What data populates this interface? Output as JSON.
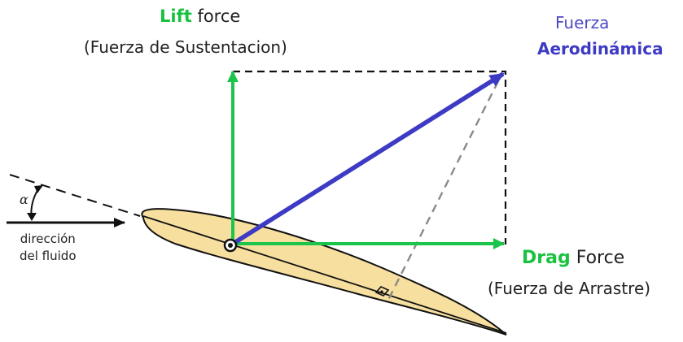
{
  "lift": {
    "keyword": "Lift",
    "rest": " force",
    "translation": "(Fuerza de Sustentacion)"
  },
  "aerodynamic": {
    "line1": "Fuerza",
    "line2": "Aerodinámica"
  },
  "drag": {
    "keyword": "Drag",
    "rest": " Force",
    "translation": "(Fuerza de Arrastre)"
  },
  "flow": {
    "line1": "dirección",
    "line2": "del fluido"
  },
  "angle_symbol": "α",
  "colors": {
    "force_green": "#1bc44a",
    "aero_blue": "#3d3ac4",
    "airfoil_fill": "#f7dfa0",
    "outline": "#111111"
  }
}
